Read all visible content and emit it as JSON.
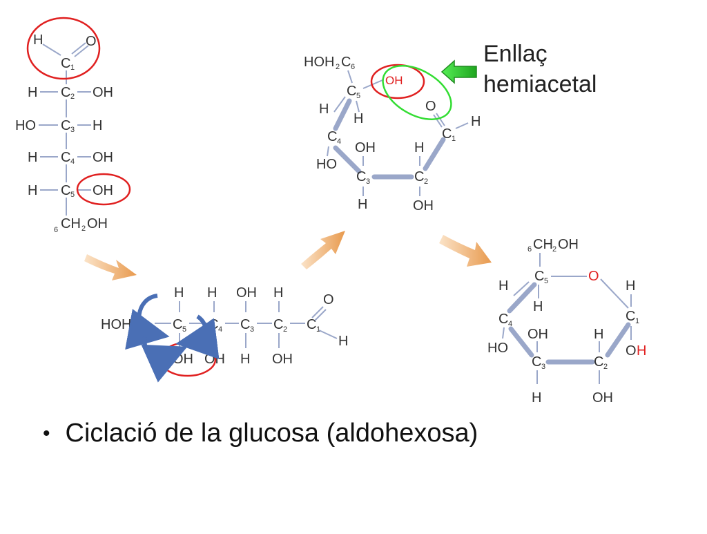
{
  "label": {
    "line1": "Enllaç",
    "line2": "hemiacetal"
  },
  "bullet": {
    "text": "Ciclació de la glucosa (aldohexosa)"
  },
  "colors": {
    "highlight_red": "#e02020",
    "highlight_green": "#33dd33",
    "arrow_orange": "#e9a45c",
    "pointer_green": "#33dd33",
    "curved_arrow_blue": "#4a6fb5",
    "bond": "#9aa7c9"
  },
  "icons": [
    "orange-arrow-icon",
    "green-pointer-arrow-icon",
    "curved-electron-arrow-icon"
  ]
}
